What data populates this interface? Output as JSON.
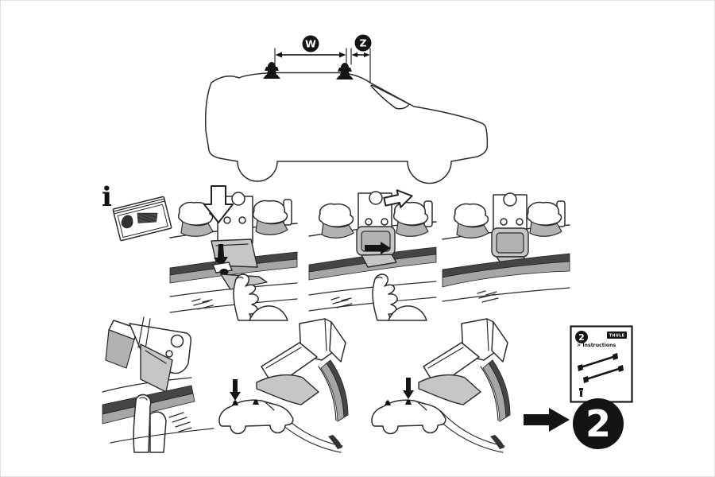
{
  "palette": {
    "ink": "#2b2b2b",
    "black": "#141414",
    "white": "#ffffff",
    "gray_light": "#c6c6c6",
    "gray_mid": "#b2b2b2",
    "seal_dark": "#454545",
    "seal_gray": "#a6a6a6"
  },
  "top_diagram": {
    "width_label": "W",
    "distance_label": "Z"
  },
  "info_section": {
    "symbol": "i"
  },
  "manual_card": {
    "badge": "2",
    "brand": "THULE",
    "title": "> Instructions"
  },
  "next_step": {
    "number": "2"
  }
}
